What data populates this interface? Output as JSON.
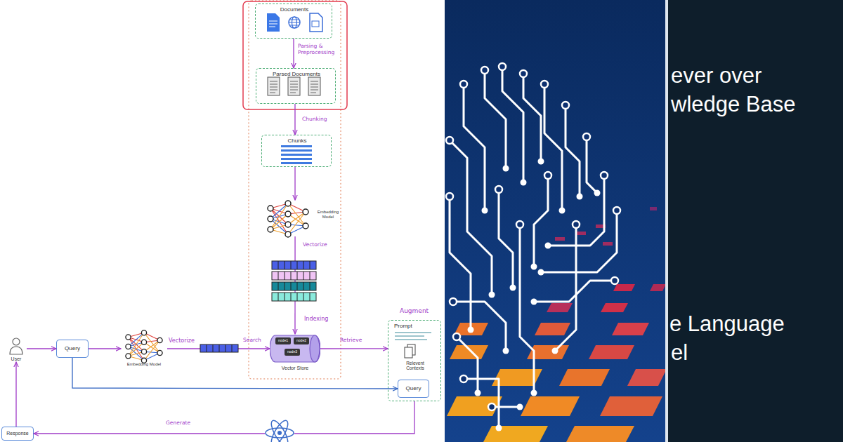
{
  "diagram": {
    "nodes": [
      {
        "text": [
          "Documents"
        ]
      },
      {
        "text": [
          "Parsed Documents"
        ]
      },
      {
        "text": [
          "Chunks"
        ]
      },
      {
        "text": [
          "Embedding Model"
        ]
      },
      {
        "text": [
          "Vector Store"
        ]
      },
      {
        "text": [
          "node1"
        ],
        "in": 4
      },
      {
        "text": [
          "node2"
        ],
        "in": 4
      },
      {
        "text": [
          "node3"
        ],
        "in": 4
      },
      {
        "text": [
          "User"
        ]
      },
      {
        "text": [
          "Query"
        ]
      },
      {
        "text": [
          "Embedding Model"
        ]
      },
      {
        "text": [
          "Augment",
          "Prompt",
          "Relevent Contexts"
        ]
      },
      {
        "text": [
          "Query"
        ],
        "in": 11
      },
      {
        "text": [
          "Response"
        ]
      }
    ],
    "edges": [
      {
        "from": 0,
        "to": 1,
        "arrow": "to",
        "label": "Parsing & Preprocessing"
      },
      {
        "from": 1,
        "to": 2,
        "arrow": "to",
        "label": "Chunking"
      },
      {
        "from": 2,
        "to": 3,
        "arrow": "to"
      },
      {
        "from": 3,
        "to": 4,
        "arrow": "to",
        "label": "Vectorize"
      },
      {
        "from": 8,
        "to": 9,
        "arrow": "to"
      },
      {
        "from": 9,
        "to": 10,
        "arrow": "to"
      },
      {
        "from": 10,
        "to": 4,
        "arrow": "to",
        "label": "Search"
      },
      {
        "from": 4,
        "to": 11,
        "arrow": "to",
        "label": "Retrieve"
      },
      {
        "from": 9,
        "to": 12,
        "arrow": "to"
      },
      {
        "from": 11,
        "to": 13,
        "arrow": "to",
        "label": "Generate"
      },
      {
        "from": 13,
        "to": 8,
        "arrow": "to"
      }
    ],
    "labels": [
      "Vectorize",
      "Indexing",
      "ever over",
      "wledge Base",
      "e Language",
      "el"
    ]
  }
}
